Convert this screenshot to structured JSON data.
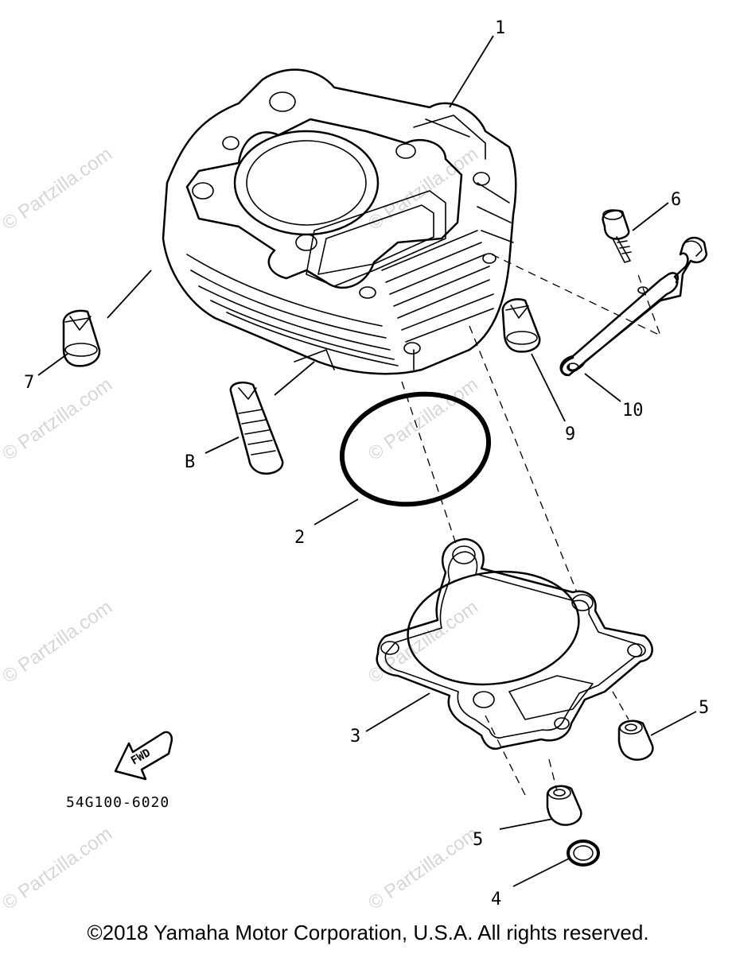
{
  "watermark": "© Partzilla.com",
  "callouts": {
    "c1": "1",
    "c2": "2",
    "c3": "3",
    "c4": "4",
    "c5a": "5",
    "c5b": "5",
    "c6": "6",
    "c7": "7",
    "c8": "B",
    "c9": "9",
    "c10": "10"
  },
  "fwd_label": "FWD",
  "diagram_code": "54G100-6020",
  "copyright": "©2018  Yamaha Motor Corporation, U.S.A. All rights reserved."
}
